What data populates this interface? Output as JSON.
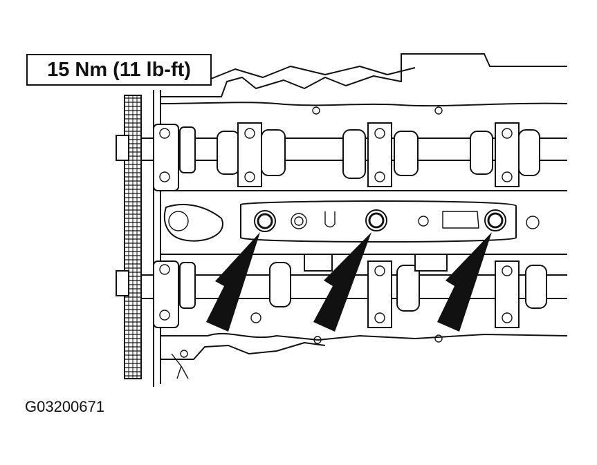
{
  "callout": {
    "torque_spec": "15 Nm (11 lb-ft)"
  },
  "figure": {
    "code": "G03200671"
  },
  "colors": {
    "ink": "#111111",
    "background": "#ffffff"
  },
  "icons": {
    "indicator": "arrow-icon"
  },
  "arrows": {
    "count": 3
  }
}
